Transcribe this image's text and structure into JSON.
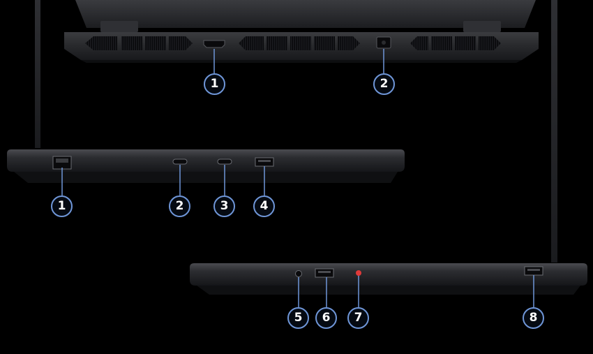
{
  "colors": {
    "background": "#000000",
    "chassis": "#2a2b2e",
    "chassis_dark": "#141518",
    "callout_ring": "#6f96d8",
    "callout_text": "#ffffff",
    "power_led": "#e03a3a"
  },
  "rear_view": {
    "callouts": [
      {
        "label": "1",
        "port": "hdmi-port"
      },
      {
        "label": "2",
        "port": "dc-in-port"
      }
    ]
  },
  "left_view": {
    "callouts": [
      {
        "label": "1",
        "port": "ethernet-port"
      },
      {
        "label": "2",
        "port": "usb-c-port"
      },
      {
        "label": "3",
        "port": "usb-c-port"
      },
      {
        "label": "4",
        "port": "usb-a-port"
      }
    ]
  },
  "right_view": {
    "callouts": [
      {
        "label": "5",
        "port": "audio-jack"
      },
      {
        "label": "6",
        "port": "usb-a-port"
      },
      {
        "label": "7",
        "port": "power-indicator"
      },
      {
        "label": "8",
        "port": "usb-a-port"
      }
    ]
  }
}
